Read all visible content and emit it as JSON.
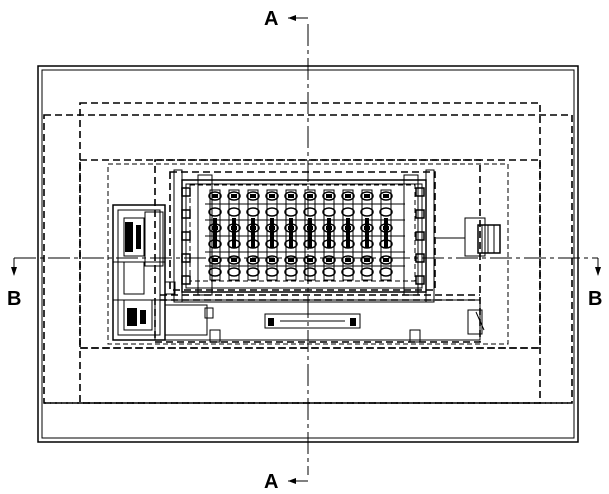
{
  "section_labels": {
    "top_a": "A",
    "bottom_a": "A",
    "left_b": "B",
    "right_b": "B"
  },
  "colors": {
    "line": "#000000",
    "background": "#ffffff"
  }
}
